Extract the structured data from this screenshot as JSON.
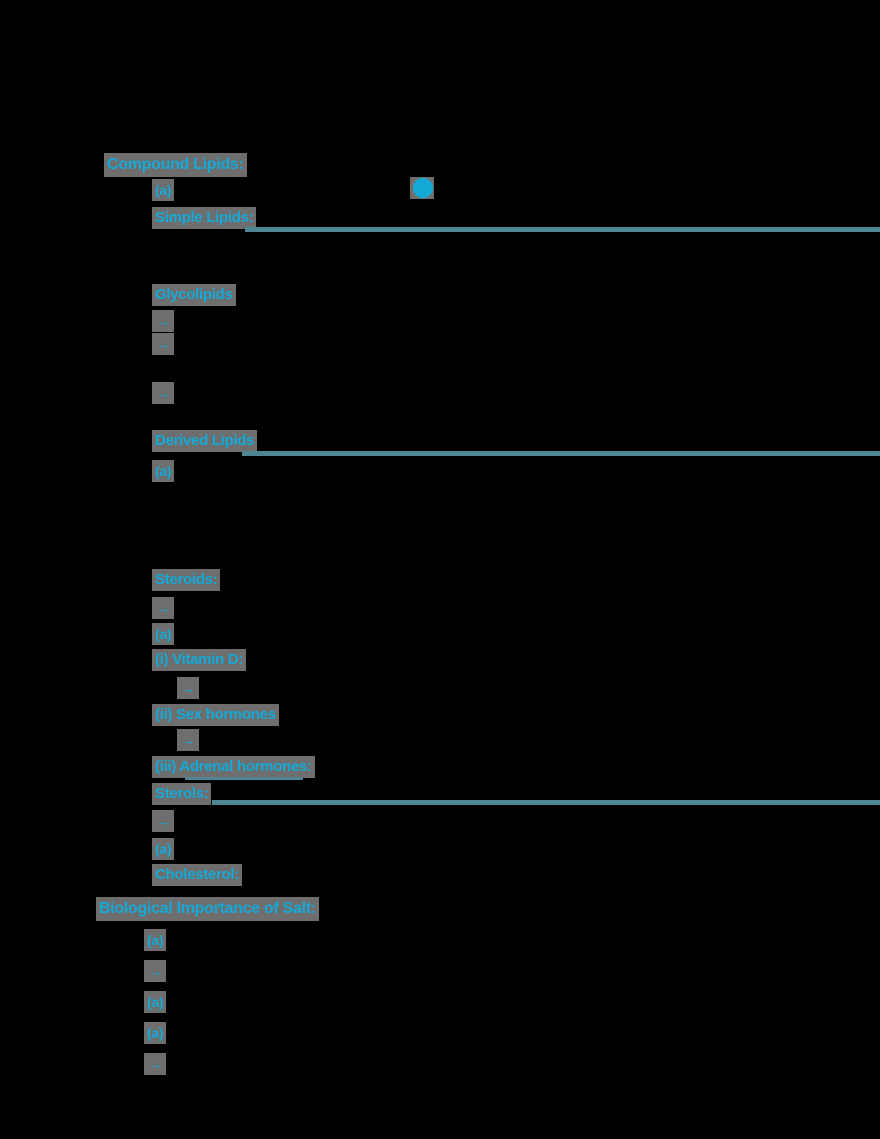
{
  "document": {
    "headings": {
      "compound_lipids": "Compound Lipids:",
      "simple_lipids": "Simple Lipids:",
      "glycolipids": "Glycolipids",
      "derived_lipids": "Derived Lipids",
      "steroids": "Steroids:",
      "vitamin_d": "(i)  Vitamin D:",
      "sex_hormones": "(ii) Sex hormones",
      "adrenal_hormones": "(iii) Adrenal hormones:",
      "sterols": "Sterols:",
      "cholesterol": "Cholesterol:",
      "biological_importance": "Biological Importance of Salt:"
    },
    "bullets": {
      "b1": "(a)",
      "b2": "→",
      "b3": "→",
      "b4": "→",
      "b5": "(a)",
      "b6": "→",
      "b7": "(a)",
      "b8": "→",
      "b9": "→",
      "b10": "→",
      "b11": "(a)",
      "b12": "(a)",
      "b13": "→",
      "b14": "(a)",
      "b15": "(a)",
      "b16": "→"
    },
    "accent_color": "#14a9d6",
    "rule_color": "#4e8793"
  }
}
